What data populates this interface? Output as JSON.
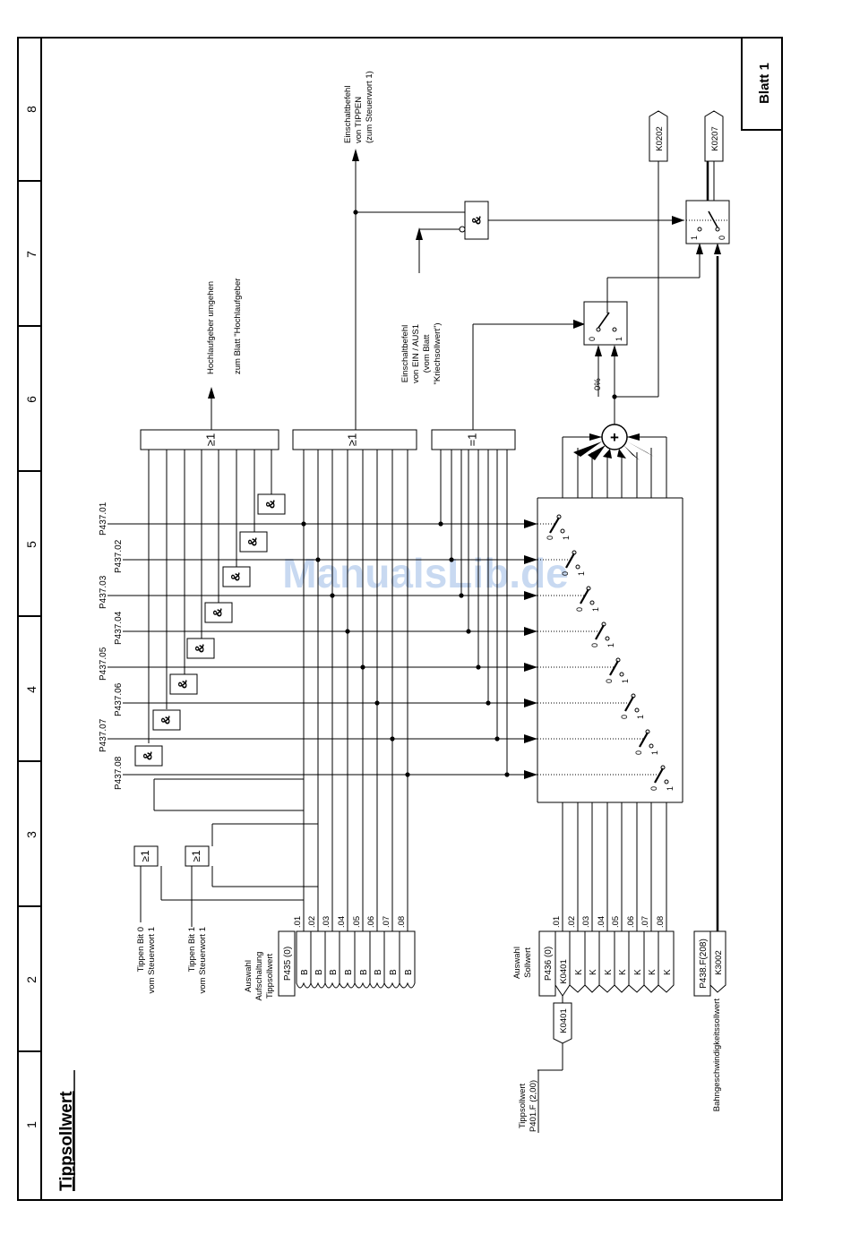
{
  "title": "Tippsollwert",
  "sheet_label": "Blatt 1",
  "watermark": "ManualsLib.de",
  "ruler_numbers": [
    "8",
    "7",
    "6",
    "5",
    "4",
    "3",
    "2",
    "1"
  ],
  "labels": {
    "einschalt_tippen": [
      "Einschaltbefehl",
      "von TIPPEN",
      "(zum Steuerwort 1)"
    ],
    "einschalt_ein": [
      "Einschaltbefehl",
      "von EIN / AUS1",
      "(vom Blatt",
      "\"Kriechsollwert\")"
    ],
    "hochlauf": [
      "Hochlaufgeber umgehen",
      "zum Blatt \"Hochlaufgeber"
    ],
    "tippen_bit0": [
      "Tippen Bit 0",
      "vom Steuerwort 1"
    ],
    "tippen_bit1": [
      "Tippen Bit 1",
      "vom Steuerwort 1"
    ],
    "auswahl_aufschaltung": [
      "Auswahl",
      "Aufschaltung",
      "Tippsollwert"
    ],
    "auswahl_sollwert": [
      "Auswahl",
      "Sollwert"
    ],
    "tippsollwert": [
      "Tippsollwert",
      "P401.F (2,00)"
    ],
    "bahngeschw": "Bahngeschwindigkeitssollwert",
    "zero_percent": "0%"
  },
  "connectors": {
    "K0202": "K0202",
    "K0207": "K0207",
    "K0401_ext": "K0401",
    "K3002": "K3002"
  },
  "params": {
    "p435": "P435 (0)",
    "p436": "P436 (0)",
    "p438": "P438.F(208)",
    "p436_first": "K0401"
  },
  "p437": [
    "P437.01",
    "P437.02",
    "P437.03",
    "P437.04",
    "P437.05",
    "P437.06",
    "P437.07",
    "P437.08"
  ],
  "indices": [
    ".01",
    ".02",
    ".03",
    ".04",
    ".05",
    ".06",
    ".07",
    ".08"
  ],
  "b_letter": "B",
  "k_letter": "K",
  "gates": {
    "and": "&",
    "or": "≥1",
    "xor": "=1",
    "plus": "+"
  },
  "switch_labels": {
    "zero": "0",
    "one": "1"
  }
}
